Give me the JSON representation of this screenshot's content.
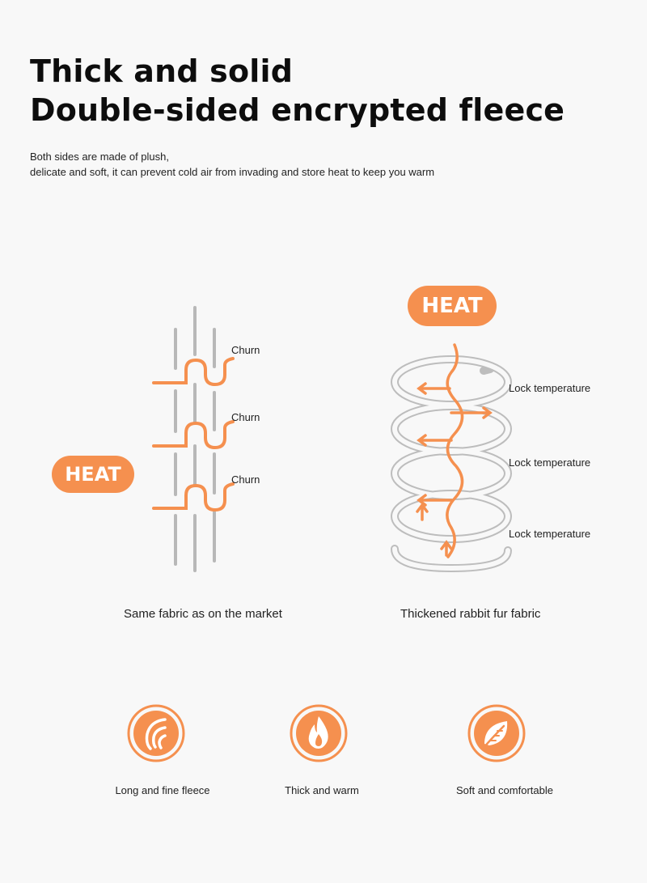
{
  "header": {
    "title_line1": "Thick and solid",
    "title_line2": "Double-sided encrypted fleece",
    "desc_line1": "Both sides are made of plush,",
    "desc_line2": "delicate and soft, it can prevent cold air from invading and store heat to keep you warm"
  },
  "left_diagram": {
    "badge": "HEAT",
    "labels": [
      "Churn",
      "Churn",
      "Churn"
    ],
    "caption": "Same fabric as on the market"
  },
  "right_diagram": {
    "badge": "HEAT",
    "labels": [
      "Lock temperature",
      "Lock temperature",
      "Lock temperature"
    ],
    "caption": "Thickened rabbit fur fabric"
  },
  "features": [
    {
      "label": "Long and fine fleece",
      "icon": "fleece-icon"
    },
    {
      "label": "Thick and warm",
      "icon": "flame-icon"
    },
    {
      "label": "Soft and comfortable",
      "icon": "leaf-icon"
    }
  ],
  "colors": {
    "accent": "#f5904f",
    "line_gray": "#b8b8b8",
    "text": "#111111"
  }
}
